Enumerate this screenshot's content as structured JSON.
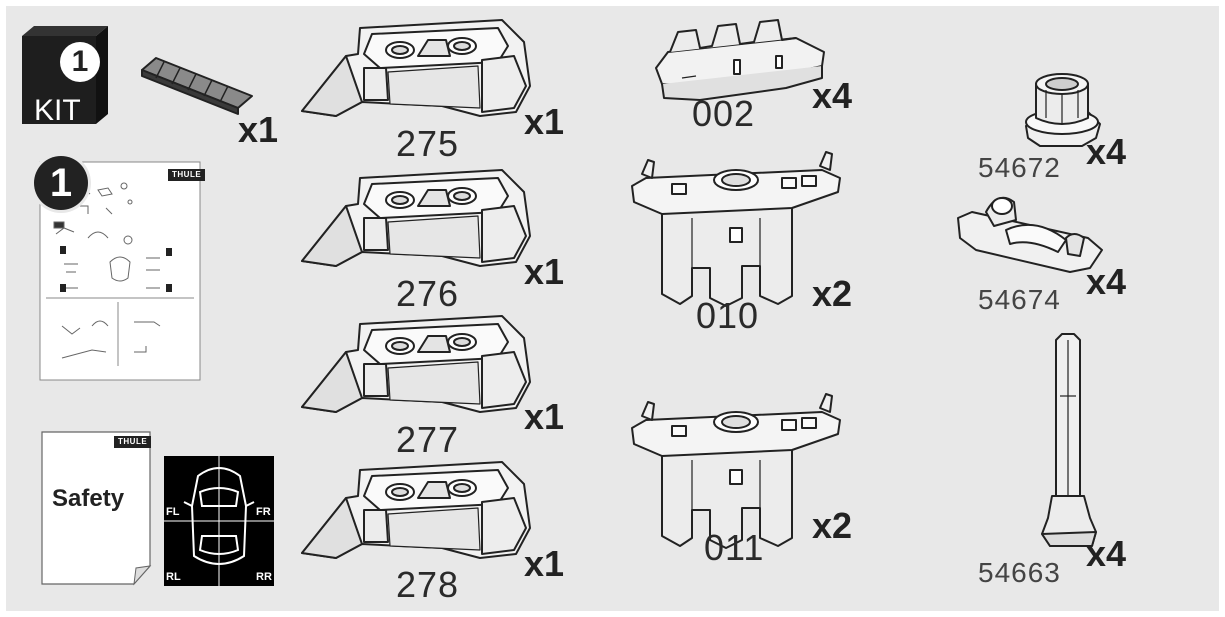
{
  "kit": {
    "step_number": "1",
    "label": "KIT"
  },
  "instructions_booklet": {
    "step_number": "1",
    "brand": "THULE"
  },
  "safety_booklet": {
    "brand": "THULE",
    "title": "Safety"
  },
  "position_card": {
    "front_left": "FL",
    "front_right": "FR",
    "rear_left": "RL",
    "rear_right": "RR"
  },
  "parts": [
    {
      "id": "pad-strip",
      "code": "",
      "quantity": "x1"
    },
    {
      "id": "foot-pad-275",
      "code": "275",
      "quantity": "x1"
    },
    {
      "id": "foot-pad-276",
      "code": "276",
      "quantity": "x1"
    },
    {
      "id": "foot-pad-277",
      "code": "277",
      "quantity": "x1"
    },
    {
      "id": "foot-pad-278",
      "code": "278",
      "quantity": "x1"
    },
    {
      "id": "bracket-002",
      "code": "002",
      "quantity": "x4"
    },
    {
      "id": "clamp-010",
      "code": "010",
      "quantity": "x2"
    },
    {
      "id": "clamp-011",
      "code": "011",
      "quantity": "x2"
    },
    {
      "id": "nut-54672",
      "code": "54672",
      "quantity": "x4"
    },
    {
      "id": "clip-54674",
      "code": "54674",
      "quantity": "x4"
    },
    {
      "id": "bolt-54663",
      "code": "54663",
      "quantity": "x4"
    }
  ],
  "colors": {
    "background": "#e8e8e8",
    "part_fill": "#f2f2f2",
    "outline": "#222222",
    "dark": "#1e1e1e"
  }
}
